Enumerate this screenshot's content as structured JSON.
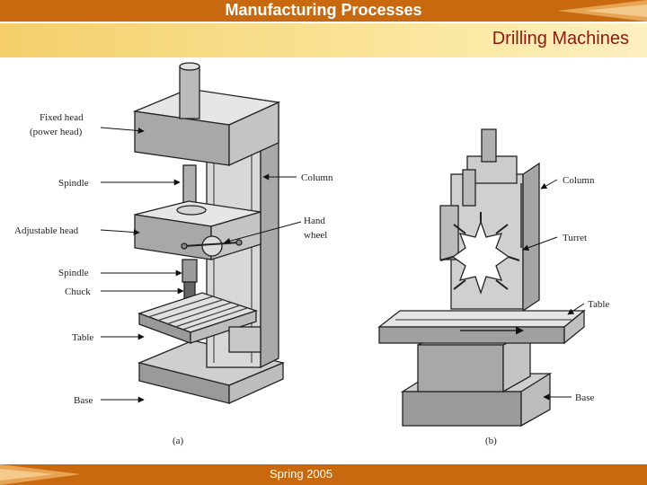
{
  "header": {
    "title": "Manufacturing Processes"
  },
  "subheader": {
    "title": "Drilling Machines"
  },
  "footer": {
    "text": "Spring 2005"
  },
  "figure_a": {
    "caption": "(a)",
    "labels": {
      "fixed_head_1": "Fixed head",
      "fixed_head_2": "(power head)",
      "spindle_top": "Spindle",
      "column": "Column",
      "hand_wheel_1": "Hand",
      "hand_wheel_2": "wheel",
      "adjustable_head": "Adjustable head",
      "spindle_bottom": "Spindle",
      "chuck": "Chuck",
      "table": "Table",
      "base": "Base"
    }
  },
  "figure_b": {
    "caption": "(b)",
    "labels": {
      "column": "Column",
      "turret": "Turret",
      "table": "Table",
      "base": "Base"
    }
  },
  "colors": {
    "header_bar": "#c8690f",
    "subtitle_text": "#8b1a12",
    "subtitle_bar": "#f4cf6b"
  }
}
